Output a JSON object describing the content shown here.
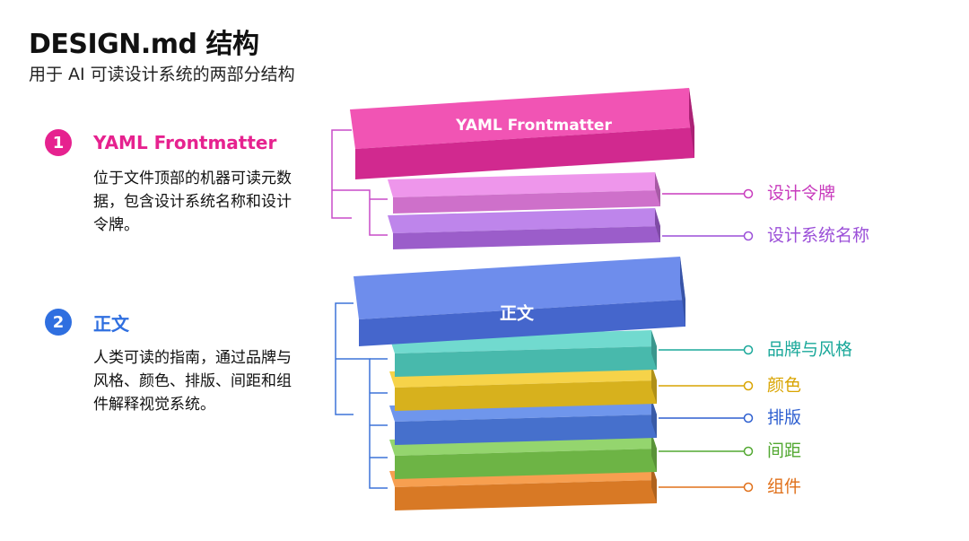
{
  "header": {
    "title": "DESIGN.md 结构",
    "subtitle": "用于 AI 可读设计系统的两部分结构"
  },
  "sections": [
    {
      "number": "1",
      "title": "YAML Frontmatter",
      "description": "位于文件顶部的机器可读元数据，包含设计系统名称和设计令牌。",
      "color": "#e6228f"
    },
    {
      "number": "2",
      "title": "正文",
      "description": "人类可读的指南，通过品牌与风格、颜色、排版、间距和组件解释视觉系统。",
      "color": "#2f6fe0"
    }
  ],
  "diagram": {
    "frontmatter_block": {
      "label": "YAML Frontmatter",
      "color": "#ee2fa3"
    },
    "frontmatter_layers": [
      {
        "label": "设计系统名称",
        "color": "#b06ae6",
        "label_color": "#9b4fd8"
      },
      {
        "label": "设计令牌",
        "color": "#ea7fe6",
        "label_color": "#c83bbd"
      }
    ],
    "body_block": {
      "label": "正文",
      "color": "#4e74e8"
    },
    "body_layers": [
      {
        "label": "品牌与风格",
        "color": "#52d2c4",
        "label_color": "#1aa89a"
      },
      {
        "label": "颜色",
        "color": "#f4c921",
        "label_color": "#d9a400"
      },
      {
        "label": "排版",
        "color": "#4f7fe8",
        "label_color": "#2e5fd0"
      },
      {
        "label": "间距",
        "color": "#7ccc4e",
        "label_color": "#52a831"
      },
      {
        "label": "组件",
        "color": "#f58a2a",
        "label_color": "#e0701a"
      }
    ],
    "bracket_colors": {
      "frontmatter": "#c84cc8",
      "body": "#3d74d8"
    }
  }
}
